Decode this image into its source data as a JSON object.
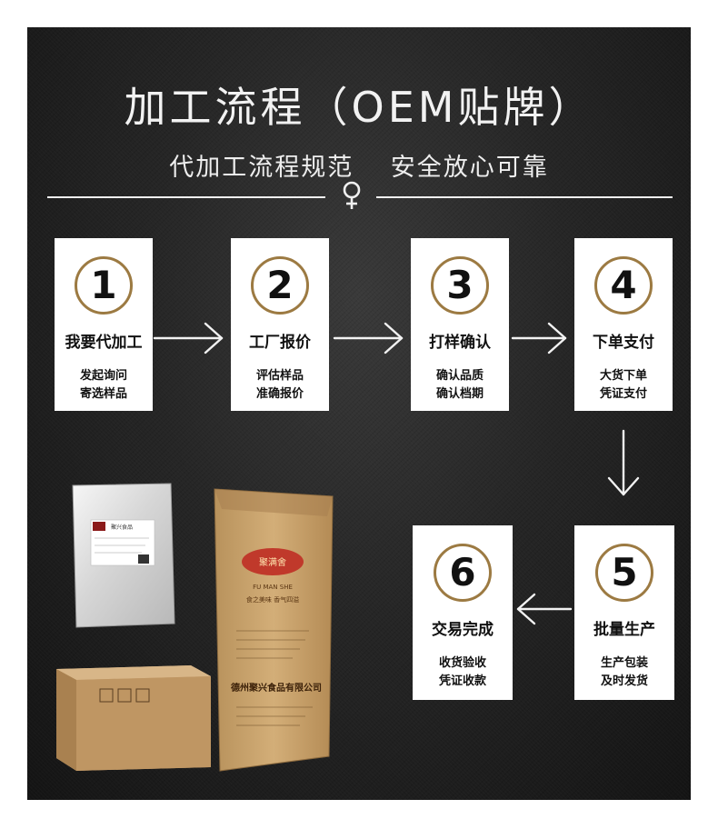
{
  "header": {
    "title": "加工流程（OEM贴牌）",
    "subtitle": "代加工流程规范 安全放心可靠"
  },
  "divider": {
    "icon": "female-symbol-icon"
  },
  "steps": [
    {
      "num": "1",
      "title": "我要代加工",
      "line1": "发起询问",
      "line2": "寄选样品"
    },
    {
      "num": "2",
      "title": "工厂报价",
      "line1": "评估样品",
      "line2": "准确报价"
    },
    {
      "num": "3",
      "title": "打样确认",
      "line1": "确认品质",
      "line2": "确认档期"
    },
    {
      "num": "4",
      "title": "下单支付",
      "line1": "大货下单",
      "line2": "凭证支付"
    },
    {
      "num": "5",
      "title": "批量生产",
      "line1": "生产包装",
      "line2": "及时发货"
    },
    {
      "num": "6",
      "title": "交易完成",
      "line1": "收货验收",
      "line2": "凭证收款"
    }
  ],
  "products": {
    "bag_brand": "聚满舍",
    "bag_pinyin": "FU MAN SHE",
    "bag_slogan": "食之美味 香气四溢",
    "bag_company": "德州聚兴食品有限公司",
    "pouch_label": "聚兴食品"
  },
  "colors": {
    "ring": "#9c7a42",
    "card": "#ffffff",
    "background": "#1e1e1e",
    "kraft": "#c9a26a",
    "box": "#c8a070",
    "bag_logo": "#c0392b"
  }
}
